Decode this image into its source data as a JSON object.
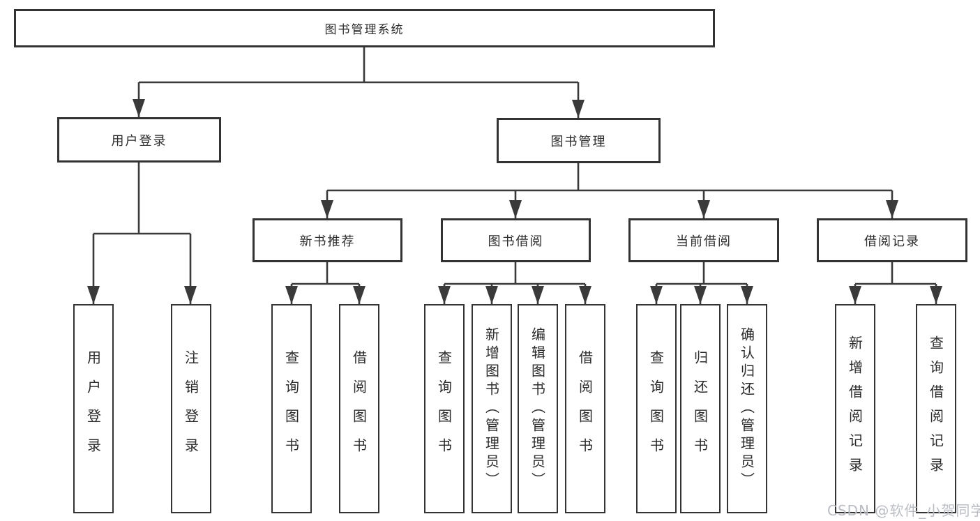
{
  "diagram_type": "hierarchy",
  "colors": {
    "line": "#3a3a3a",
    "box_border": "#333333",
    "text": "#2b2b2b",
    "watermark": "#b9bdc3",
    "background": "#ffffff"
  },
  "tree": {
    "root": {
      "label": "图书管理系统"
    },
    "branches": [
      {
        "label": "用户登录",
        "children": [
          {
            "label": "用户登录"
          },
          {
            "label": "注销登录"
          }
        ]
      },
      {
        "label": "图书管理",
        "children": [
          {
            "label": "新书推荐",
            "children": [
              {
                "label": "查询图书"
              },
              {
                "label": "借阅图书"
              }
            ]
          },
          {
            "label": "图书借阅",
            "children": [
              {
                "label": "查询图书"
              },
              {
                "label": "新增图书（管理员）"
              },
              {
                "label": "编辑图书（管理员）"
              },
              {
                "label": "借阅图书"
              }
            ]
          },
          {
            "label": "当前借阅",
            "children": [
              {
                "label": "查询图书"
              },
              {
                "label": "归还图书"
              },
              {
                "label": "确认归还（管理员）"
              }
            ]
          },
          {
            "label": "借阅记录",
            "children": [
              {
                "label": "新增借阅记录"
              },
              {
                "label": "查询借阅记录"
              }
            ]
          }
        ]
      }
    ]
  },
  "watermark": {
    "text": "CSDN @软件_小贺同学"
  }
}
